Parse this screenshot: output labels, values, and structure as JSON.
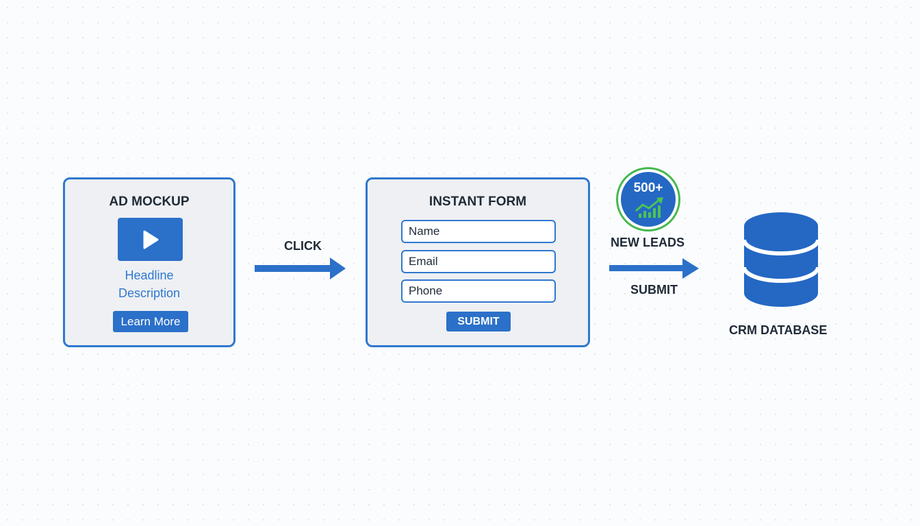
{
  "ad_mockup": {
    "title": "AD MOCKUP",
    "headline": "Headline",
    "description": "Description",
    "button_label": "Learn More"
  },
  "connector_click": {
    "label": "CLICK"
  },
  "instant_form": {
    "title": "INSTANT FORM",
    "fields": [
      {
        "placeholder": "Name"
      },
      {
        "placeholder": "Email"
      },
      {
        "placeholder": "Phone"
      }
    ],
    "submit_label": "SUBMIT"
  },
  "leads_badge": {
    "count": "500+",
    "label": "NEW LEADS"
  },
  "connector_submit": {
    "label": "SUBMIT"
  },
  "crm": {
    "label": "CRM DATABASE"
  },
  "colors": {
    "primary_blue": "#2b70c9",
    "border_blue": "#2f78cf",
    "badge_green": "#46b84d",
    "card_background": "#eef0f3"
  }
}
